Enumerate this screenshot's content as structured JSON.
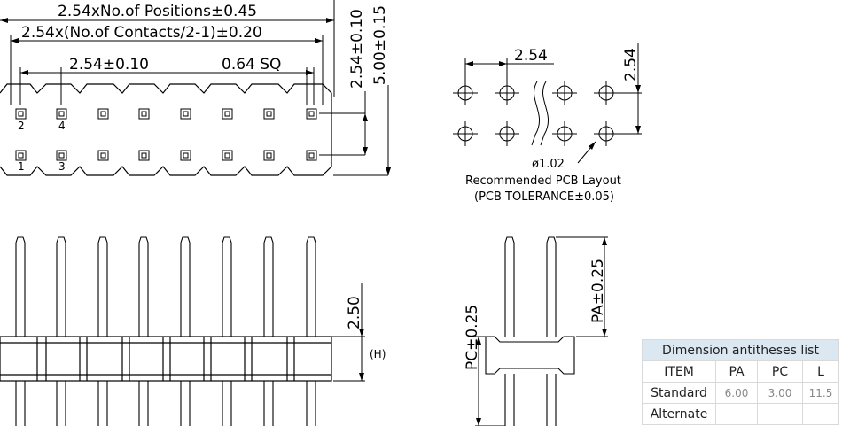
{
  "top_view": {
    "dim_positions": "2.54xNo.of Positions±0.45",
    "dim_contacts": "2.54x(No.of Contacts/2-1)±0.20",
    "dim_pitch": "2.54±0.10",
    "dim_pin_sq": "0.64 SQ",
    "dim_row_pitch": "2.54±0.10",
    "dim_body_width": "5.00±0.15",
    "pin_numbers": [
      "2",
      "4",
      "1",
      "3"
    ]
  },
  "pcb_layout": {
    "dim_pitch_x": "2.54",
    "dim_pitch_y": "2.54",
    "dim_hole": "ø1.02",
    "caption": "Recommended PCB Layout",
    "tolerance": "(PCB TOLERANCE±0.05)"
  },
  "front_view": {
    "dim_pin_top": "2.50",
    "dim_height": "(H)"
  },
  "side_view": {
    "dim_pa": "PA±0.25",
    "dim_pc": "PC±0.25"
  },
  "dim_table": {
    "title": "Dimension antitheses list",
    "columns": [
      "ITEM",
      "PA",
      "PC",
      "L"
    ],
    "rows": [
      {
        "label": "Standard",
        "values": [
          "6.00",
          "3.00",
          "11.5"
        ]
      },
      {
        "label": "Alternate",
        "values": [
          "",
          "",
          ""
        ]
      }
    ]
  }
}
